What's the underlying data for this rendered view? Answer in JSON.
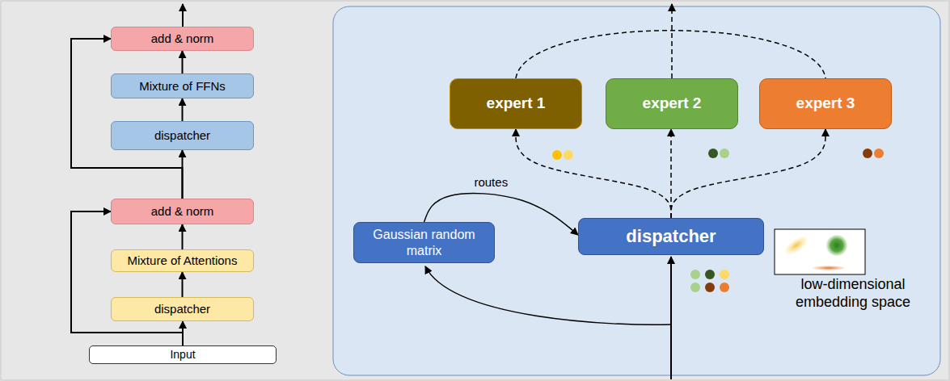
{
  "diagram": {
    "nodes": [
      {
        "text": [
          "add & norm"
        ]
      },
      {
        "text": [
          "Mixture of FFNs"
        ]
      },
      {
        "text": [
          "dispatcher"
        ]
      },
      {
        "text": [
          "add & norm"
        ]
      },
      {
        "text": [
          "Mixture of Attentions"
        ]
      },
      {
        "text": [
          "dispatcher"
        ]
      },
      {
        "text": [
          "Input"
        ]
      },
      {
        "text": [
          "expert 1"
        ]
      },
      {
        "text": [
          "expert 2"
        ]
      },
      {
        "text": [
          "expert 3"
        ]
      },
      {
        "text": [
          "Gaussian random matrix"
        ]
      },
      {
        "text": [
          "dispatcher"
        ]
      }
    ],
    "edges": [
      {
        "from": 6,
        "to": 5,
        "arrow": "to"
      },
      {
        "from": 5,
        "to": 4,
        "arrow": "to"
      },
      {
        "from": 4,
        "to": 3,
        "arrow": "to"
      },
      {
        "from": 3,
        "to": 2,
        "arrow": "to"
      },
      {
        "from": 2,
        "to": 1,
        "arrow": "to"
      },
      {
        "from": 1,
        "to": 0,
        "arrow": "to"
      },
      {
        "from": 6,
        "to": 3,
        "arrow": "to"
      },
      {
        "from": 3,
        "to": 0,
        "arrow": "to"
      },
      {
        "from": 11,
        "to": 7,
        "arrow": "to"
      },
      {
        "from": 11,
        "to": 8,
        "arrow": "to"
      },
      {
        "from": 11,
        "to": 9,
        "arrow": "to"
      },
      {
        "from": 10,
        "to": 11,
        "label": "routes",
        "arrow": "to"
      }
    ],
    "labels": [
      "low-dimensional embedding space"
    ]
  }
}
